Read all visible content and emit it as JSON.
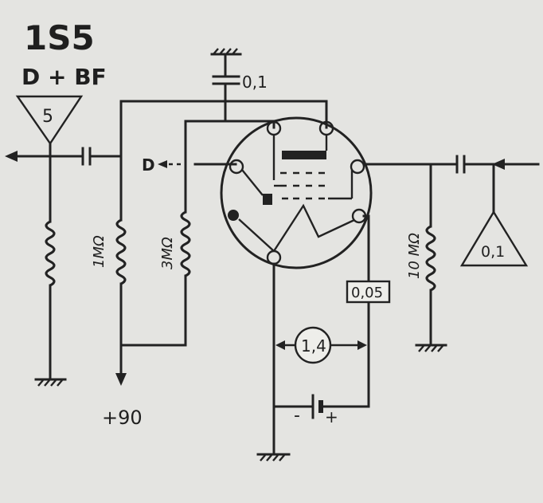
{
  "tube": {
    "type": "1S5",
    "function": "D + BF"
  },
  "labels": {
    "input_stage": "5",
    "output_stage": "0,1",
    "top_capacitor": "0,1",
    "detector_out": "D",
    "r_grid": "1MΩ",
    "r_plate": "3MΩ",
    "r_out": "10 MΩ",
    "filament_resistor": "0,05",
    "filament_voltage": "1,4",
    "supply": "+90",
    "battery_minus": "-",
    "battery_plus": "+"
  }
}
